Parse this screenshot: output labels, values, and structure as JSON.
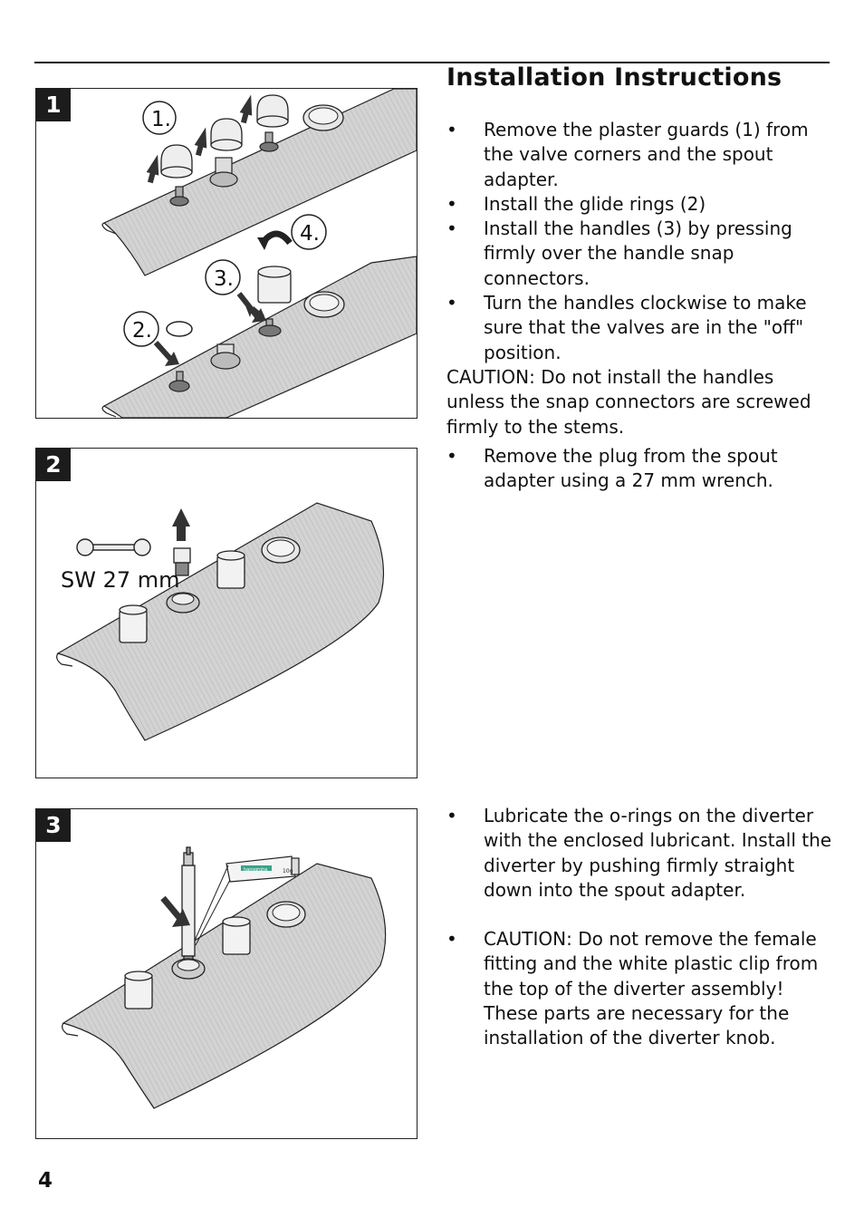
{
  "header": {
    "title": "Installation  Instructions"
  },
  "panels": [
    {
      "badge": "1",
      "callouts": [
        "1.",
        "2.",
        "3.",
        "4."
      ]
    },
    {
      "badge": "2",
      "wrench_label": "SW 27 mm"
    },
    {
      "badge": "3",
      "tube_label": "hansgrohe",
      "tube_weight": "10g"
    }
  ],
  "bullet_glyph": "•",
  "section1": {
    "bullets": [
      "Remove the plaster guards (1) from the valve corners and the spout adapter.",
      "Install the glide rings (2)",
      "Install the handles (3) by pressing firmly over the handle snap connectors.",
      "Turn the handles clockwise to make sure that the valves are in the \"off\" position."
    ],
    "caution": "CAUTION:  Do not install the handles unless the snap connectors are screwed firmly to the stems."
  },
  "section2": {
    "bullets": [
      "Remove the plug from the spout adapter using a 27 mm wrench."
    ]
  },
  "section3": {
    "bullets": [
      "Lubricate the o-rings on the diverter with the enclosed lubricant.  Install the diverter by pushing firmly straight down into the spout adapter.",
      "CAUTION:  Do not remove the female fitting and the white plastic clip from the top of the diverter assembly!  These parts are necessary for the installation of the diverter knob."
    ]
  },
  "footer": {
    "page_number": "4"
  },
  "colors": {
    "ledge": "#cfcfcf",
    "line": "#222222",
    "badge": "#1c1c1c"
  }
}
